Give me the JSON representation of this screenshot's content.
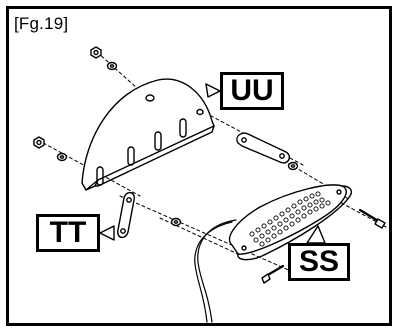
{
  "figure": {
    "label": "[Fg.19]"
  },
  "callouts": {
    "uu": "UU",
    "tt": "TT",
    "ss": "SS"
  },
  "colors": {
    "line": "#000000",
    "background": "#ffffff"
  }
}
